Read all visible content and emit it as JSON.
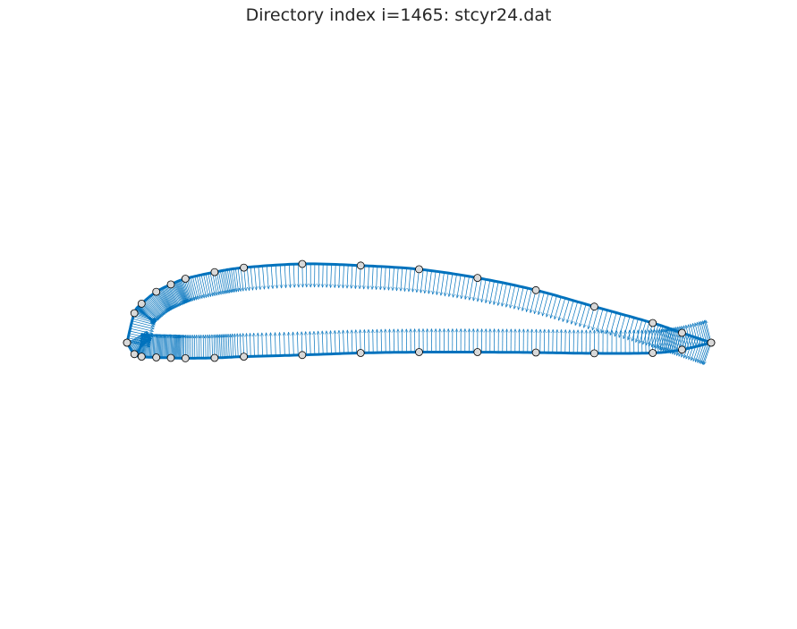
{
  "chart_data": {
    "type": "scatter",
    "title": "Directory index i=1465: stcyr24.dat",
    "xlabel": "",
    "ylabel": "",
    "axes_visible": false,
    "grid": false,
    "legend": "none",
    "aspect": "equal",
    "xlim": [
      -0.05,
      1.05
    ],
    "ylim": [
      -0.3,
      0.3
    ],
    "colors": {
      "curve": "#0072bd",
      "normals": "#0072bd",
      "markers_edge": "#000000",
      "markers_face": "#d9d9d9",
      "title": "#262626"
    },
    "series": [
      {
        "role": "upper_surface",
        "x": [
          1.0,
          0.95,
          0.9,
          0.8,
          0.7,
          0.6,
          0.5,
          0.4,
          0.3,
          0.2,
          0.15,
          0.1,
          0.075,
          0.05,
          0.025,
          0.0125,
          0.0
        ],
        "y": [
          0.0,
          0.012,
          0.024,
          0.044,
          0.064,
          0.079,
          0.0895,
          0.094,
          0.096,
          0.0915,
          0.086,
          0.078,
          0.071,
          0.062,
          0.0475,
          0.036,
          0.0
        ]
      },
      {
        "role": "lower_surface",
        "x": [
          0.0,
          0.0125,
          0.025,
          0.05,
          0.075,
          0.1,
          0.15,
          0.2,
          0.3,
          0.4,
          0.5,
          0.6,
          0.7,
          0.8,
          0.9,
          0.95,
          1.0
        ],
        "y": [
          0.0,
          -0.014,
          -0.017,
          -0.018,
          -0.0185,
          -0.019,
          -0.0185,
          -0.017,
          -0.015,
          -0.0125,
          -0.0115,
          -0.0115,
          -0.012,
          -0.013,
          -0.0125,
          -0.0085,
          0.0
        ]
      }
    ],
    "normal_vectors": "dense field of outward surface-normal arrows along both surfaces"
  }
}
